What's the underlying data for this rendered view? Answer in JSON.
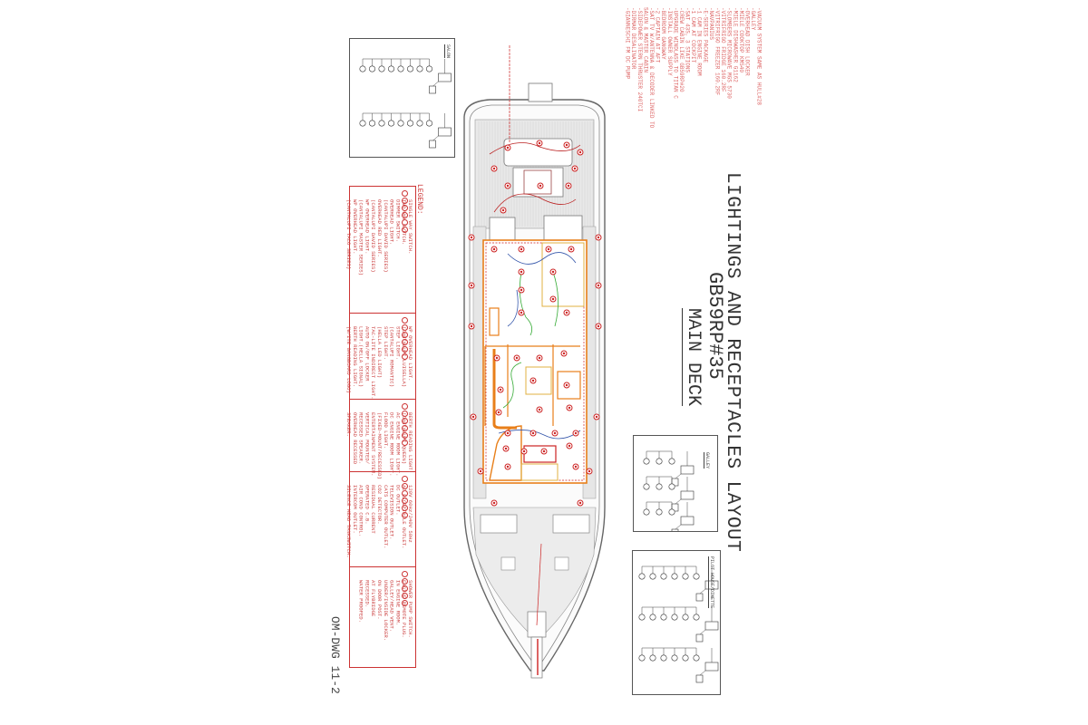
{
  "title": {
    "main": "LIGHTINGS AND RECEPTACLES LAYOUT",
    "hull": "GB59RP#35",
    "deck": "MAIN DECK"
  },
  "drawing_number": "OM-DWG 11-2",
  "notes": [
    "-VACUUM SYSTEM SAME AS HULL#28",
    "-GALLEY",
    "  -OVERHEAD DISH LOCKER",
    "  -MIELE COOKTOP KM540",
    "  -MIELE DISHWASHER G1162",
    "  -SLOMBERS MICROWAVE MGS 5730",
    "  -VITRIFRIGO FRIDGE 160.2RF",
    "  -VITRIFRIGO FREEZER 160.2RF",
    "-NAVPANIUS",
    "  -E-SERIES PACKAGE",
    "  -1 CAM IN ENGINE ROOM",
    "  -1 CAM AT COCKPIT",
    "  -SAT 43S, 3 STATIONS",
    "-CREW CABIN LIKE GB59RP#20",
    "-UPGRADE WINDLASS TO TITAN C",
    "-INSTALL OWNER SUPPLY",
    "  -BEDROOM GANGWAY",
    "  -2 CAPTAIN AT AFT",
    "  -SAT TV W/ANTENNA & DECODER LINKED TO",
    "   SALON & MASTER CABIN",
    "  -SIDEPOWER STERN THRUSTER 240TCI",
    "  -DIRMAR DESALINATOR",
    "  -GIANNESCHI FM DC PUMP"
  ],
  "legend": {
    "title": "LEGEND:",
    "sections": [
      {
        "items": [
          "SINGLE WAY SWITCH.",
          "TWO WAY SWITCH.",
          "DIMMER SWITCH.",
          "OVERHEAD LIGHT.",
          "(CANTALUPI DAVID SERIES)",
          "OVERHEAD RED LIGHT.",
          "(CANTALUPI DAVID SERIES)",
          "WP OVERHEAD LIGHT.",
          "(CANTALUPI MASTER SERIES)",
          "WP OVERHEAD LIGHT.",
          "(CANTALUPI TACO SERIES)"
        ]
      },
      {
        "items": [
          "WP OVERHEAD LIGHT.",
          "(CANTALUPI LUISELLA)",
          "STEP LIGHT.",
          "(CANTALUPI ROMANTIC)",
          "STEP LIGHT.",
          "(HELLA LED LIGHT)",
          "TAC-LITE INDIRECT LIGHT.",
          "AUTO ON/OFF LOCKER",
          "LIGHT.(HELLA SIGNAL)",
          "BERTH READING LIGHT.",
          "(W/ITE GANGBOARD LOGO)"
        ]
      },
      {
        "items": [
          "BERTH READING LIGHT.",
          "(CANTALUPI QUEEN)",
          "AC ENGINE ROOM LIGHT.",
          "DC ENGINE ROOM LIGHT.",
          "FLOOD LIGHT.",
          "(FIXED-MOUNT/RECESSED)",
          "ENTERTAINMENT SYSTEM.",
          "VERTICAL MOUNTED/",
          "RECESSED SPEAKER.",
          "OVERHEAD RECESSED",
          "SPEAKER."
        ]
      },
      {
        "items": [
          "120V 60Hz/240V 50Hz",
          "AC RECEPTACLE OUTLET.",
          "DC OUTLET.",
          "TELEVISION OUTLET.",
          "CAT5 COMPUTER OUTLET.",
          "CO2 DETECTOR.",
          "RESIDUAL CURRENT",
          "OPERATED C.B.",
          "AIR COND CONTROL.",
          "INTERCOM OUTLET.",
          "SILENCE HEAD TANKSWITCH."
        ]
      },
      {
        "items": [
          "SHOWER PUMP SWITCH.",
          "ENGINE REMOTE PLUG.",
          "IN ENGINE ROOM.",
          "GALLEY/HEAD VENT.",
          "UNDER/INSIDE LOCKER.",
          "ON DOOR POST.",
          "AT FLYBRIDGE",
          "RECESSED.",
          "WATER PROOFED."
        ]
      }
    ]
  },
  "panels": {
    "salon": "SALON",
    "galley": "GALLEY",
    "pilot_house": "PILOT HOUSE/DINETTE"
  },
  "colors": {
    "annotation_red": "#d33",
    "wiring_orange": "#e87f1a",
    "wiring_green": "#3a3",
    "wiring_blue": "#35a",
    "outline_gray": "#666"
  }
}
